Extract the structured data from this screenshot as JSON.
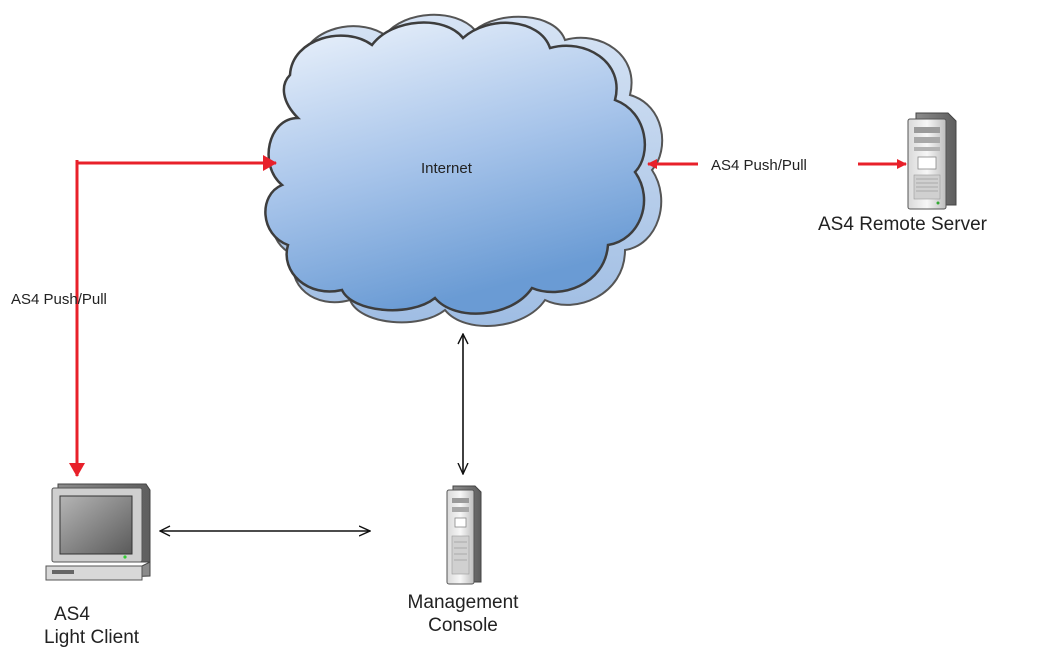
{
  "diagram": {
    "cloud_label": "Internet",
    "left_link_label": "AS4 Push/Pull",
    "right_link_label": "AS4 Push/Pull",
    "remote_server_label": "AS4 Remote Server",
    "light_client_label_line1": "AS4",
    "light_client_label_line2": "Light Client",
    "console_label_line1": "Management",
    "console_label_line2": "Console"
  },
  "colors": {
    "as4_link": "#e8202a",
    "management_link": "#111111",
    "cloud_top": "#e9f1fb",
    "cloud_bottom": "#6f9fd6",
    "cloud_outline": "#3d3d3d"
  },
  "icons": {
    "cloud": "cloud-icon",
    "remote_server": "tower-server-icon",
    "light_client": "desktop-computer-icon",
    "console": "tower-server-icon"
  }
}
